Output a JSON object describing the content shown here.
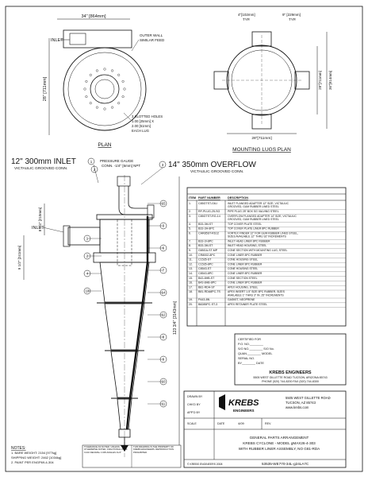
{
  "plan_view": {
    "top_dim": "34\" [864mm]",
    "side_dim": "28\" [711mm]",
    "inlet_label": "INLET",
    "outer_note": "OUTER WALL\nSIMILAR FEED",
    "slot_note": "3 SLOTTED HOLES\n1.00 [25mm] X\n2.00 [51mm]\nEACH LUG",
    "caption": "PLAN"
  },
  "lugs_plan": {
    "dim_top_left": "4\"[102mm]\nTYP.",
    "dim_top_right": "9\" [229mm]\nTYP.",
    "dim_right_1": "28\"[711mm]",
    "dim_right_2": "36\"[914mm]",
    "dim_bottom": "28\"[711mm]",
    "caption": "MOUNTING LUGS PLAN"
  },
  "elevation": {
    "inlet_title": "12\" 300mm INLET",
    "inlet_sub": "VICTAULIC GROOVED CONN.",
    "gauge_note": "PRESSURE GAUGE\nCONN. -1/4\" [6mm] NPT",
    "overflow_title": "14\" 350mm OVERFLOW",
    "overflow_sub": "VICTAULIC GROOVED CONN.",
    "inlet_label": "INLET",
    "dims_left": [
      "8 1/4\" [210mm]",
      "9 1/2\" [241mm]"
    ],
    "dim_total": "123 3/4\" [3143mm]",
    "callouts_left": [
      "1",
      "2",
      "4",
      "13"
    ],
    "callouts_right": [
      "15",
      "3",
      "6",
      "7",
      "14",
      "12",
      "8",
      "9",
      "10",
      "11"
    ]
  },
  "parts_table": {
    "headers": [
      "ITEM",
      "PART NUMBER",
      "DESCRIPTION"
    ],
    "rows": [
      [
        "1.",
        "C85GTST-G6-I",
        "INLET FLANGED ADAPTER 12\" SIZE, VICTAULIC\nGROOVED, GUM RUBBER LINED STEEL"
      ],
      [
        "2.",
        "RF-PLUG-25-SG",
        "PIPE PLUG 25\" BOX SG VALVING STEEL"
      ],
      [
        "3.",
        "C85GTST-RG-14",
        "OVERFLOW FLANGED ADAPTER 14\" SIZE, VICTAULIC\nGROOVED, GUM RUBBER LINED STEEL"
      ],
      [
        "4.",
        "B33-3M-ST",
        "TOP COVER PLATE STEEL"
      ],
      [
        "5.",
        "B33-3H-8PC",
        "TOP COVER PLATE LINER 8PC RUBBER"
      ],
      [
        "6.",
        "CAR85ST-RS12",
        "VORTEX FINDER 12\" FOR GUM RUBBER LINED STEEL,\nSIZES AVAILABLE 12\" THRU 16\" INCREMENTS"
      ],
      [
        "7.",
        "B33-3I-8PC",
        "INLET HEAD LINER 8PC RUBBER"
      ],
      [
        "8.",
        "B33-3M-ST",
        "INLET HEAD HOUSING, STEEL"
      ],
      [
        "9.",
        "G85GA-ST-MP",
        "CONE SECTION WITH MOUNTING LUG, STEEL"
      ],
      [
        "10.",
        "CR8002-8PC",
        "CONE LINER 8PC RUBBER"
      ],
      [
        "11.",
        "C1535-ST",
        "CONE HOUSING STEEL"
      ],
      [
        "12.",
        "C1535-8PC",
        "CONE LINER 8PC RUBBER"
      ],
      [
        "13.",
        "C8543-ST",
        "CONE HOUSING STEEL"
      ],
      [
        "14.",
        "C8543-8PC",
        "CONE LINER 8PC RUBBER"
      ],
      [
        "15.",
        "B43-8HB-ST",
        "CONE SECTION STEEL"
      ],
      [
        "16.",
        "B43-8HB-8PC",
        "CONE LINER 8PC RUBBER"
      ],
      [
        "17.",
        "B81-RDA-ST",
        "APEX HOUSING, STEEL"
      ],
      [
        "18.",
        "B81-RDA8PC-TS",
        "APEX INSERT 1.5\" SIZE 8PC RUBBER, SIZES\nAVAILABLE 1\" THRU 3\" IN .25\" INCREMENTS"
      ],
      [
        "19.",
        "P443-8N",
        "GASKET, NEOPRENE"
      ],
      [
        "20.",
        "B8285PC-ST-3",
        "APEX RETAINER PLATE STEEL"
      ]
    ]
  },
  "certified_block": {
    "lines": [
      "CERTIFIED FOR",
      "P.O. NO.________",
      "S/O NO.________ S/O No.",
      "QUAN.________ MODEL",
      "SERIAL NO.",
      "BY________ DATE"
    ],
    "company": "KREBS ENGINEERS",
    "address_1": "5505 WEST GILLETTE ROAD TUCSON, ARIZONA 85743",
    "address_2": "PHONE (520) 744-8200   FAX (520) 744-8300"
  },
  "title_block": {
    "logo_word": "KREBS",
    "logo_sub": "ENGINEERS",
    "address": "5505 WEST GILLETTE ROAD\nTUCSON, AZ 85743\nwww.krebs.com",
    "drawn_label": "DRAWN BY",
    "checked_label": "CHK'D BY",
    "approved_label": "APP'D BY",
    "scale_label": "SCALE",
    "date_label": "DATE",
    "rev_label": "REV.",
    "date_value": "4/09",
    "title_1": "GENERAL PARTS ARRANGEMENT",
    "title_2": "KREBS CYCLONE - MODEL gMAX26-4-303",
    "title_3": "WITH RUBBER LINER ASSEMBLY, NO G81-RDA",
    "drawing_no": "53535-WE770-34L-g24LA7C",
    "copyright": "© KREBS ENGINEERS 2008"
  },
  "notes": {
    "title": "NOTES:",
    "lines": [
      "1. BARE WEIGHT: 2154 [977kg]",
      "   SHIPPING WEIGHT: 2462 [1034kg]",
      "2. PAINT PER ENGP69-4-304"
    ],
    "tolerance": "TOLERANCE AS NOTED. UNLESS OTHERWISE NOTED, FRACTIONAL DIMS ±1/16 DECIMAL ±.005 ANGLES ±1/2°",
    "proprietary": "THIS DRAWING IS THE PROPERTY OF KREBS ENGINEERS. REPRODUCTION PROHIBITED."
  }
}
